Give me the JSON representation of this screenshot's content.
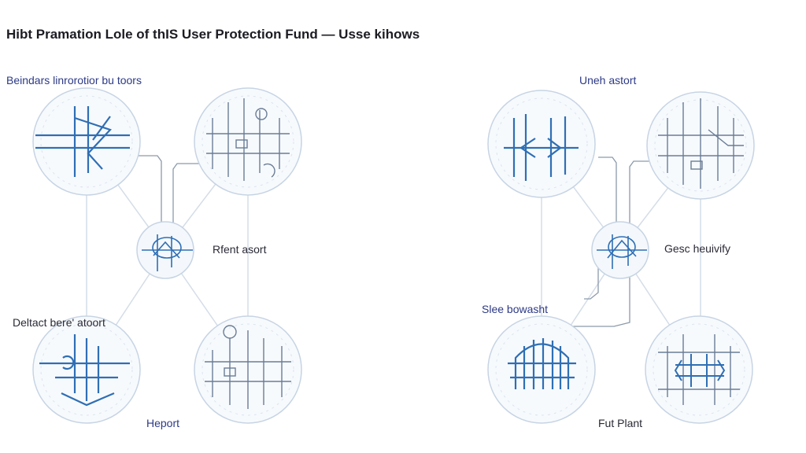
{
  "title": "Hibt Pramation Lole of thIS User Protection Fund — Usse kihows",
  "left_cluster": {
    "label_top": "Beindars linrorotior bu toors",
    "label_center": "Rfent asort",
    "label_bottom_left": "Deltact bere' atoort",
    "label_bottom": "Heport"
  },
  "right_cluster": {
    "label_top": "Uneh astort",
    "label_center": "Gesc heuivify",
    "label_bottom_left": "Slee bowasht",
    "label_bottom": "Fut Plant"
  },
  "colors": {
    "primary": "#2f6fb4",
    "ring": "#b9cbe0",
    "connector": "#8c9aab",
    "grid": "#c7d4e4"
  }
}
